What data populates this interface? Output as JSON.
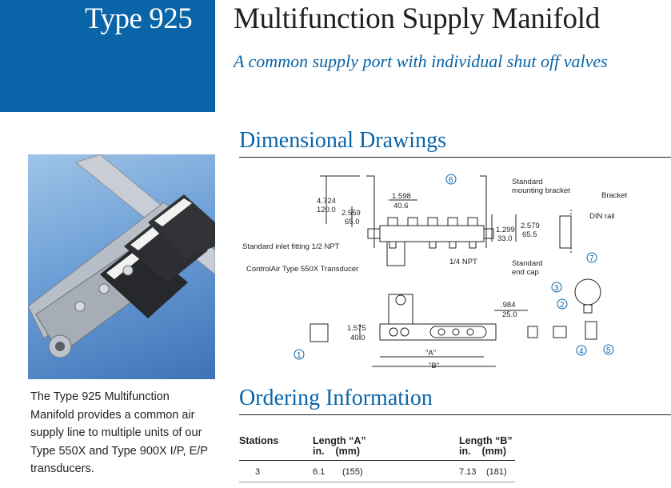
{
  "header": {
    "type_label": "Type 925",
    "title": "Multifunction Supply Manifold",
    "subtitle": "A common supply port with individual shut off valves"
  },
  "sections": {
    "drawings_title": "Dimensional Drawings",
    "ordering_title": "Ordering Information"
  },
  "description": "The Type 925 Multifunction Manifold provides a common air supply line to multiple units of our Type 550X and Type 900X I/P, E/P transducers.",
  "drawing": {
    "labels": {
      "standard_mounting_bracket_1": "Standard",
      "standard_mounting_bracket_2": "mounting bracket",
      "bracket": "Bracket",
      "din_rail": "DIN rail",
      "inlet_fitting": "Standard inlet fitting 1/2 NPT",
      "transducer": "ControlAir Type 550X Transducer",
      "quarter_npt": "1/4 NPT",
      "standard_end_cap_1": "Standard",
      "standard_end_cap_2": "end cap",
      "length_a": "\"A\"",
      "length_b": "\"B\""
    },
    "dimensions": {
      "d1_in": "4.724",
      "d1_mm": "120.0",
      "d2_in": "2.559",
      "d2_mm": "65.0",
      "d3_in": "1.598",
      "d3_mm": "40.6",
      "d4_in": "1.299",
      "d4_mm": "33.0",
      "d5_in": "2.579",
      "d5_mm": "65.5",
      "d6_in": ".984",
      "d6_mm": "25.0",
      "d7_in": "1.575",
      "d7_mm": "40.0"
    },
    "callouts": [
      "1",
      "2",
      "3",
      "4",
      "5",
      "6",
      "7"
    ]
  },
  "ordering": {
    "headers": {
      "stations": "Stations",
      "length_a": "Length “A”",
      "length_a_units_in": "in.",
      "length_a_units_mm": "(mm)",
      "length_b": "Length “B”",
      "length_b_units_in": "in.",
      "length_b_units_mm": "(mm)"
    },
    "rows": [
      {
        "stations": "3",
        "a_in": "6.1",
        "a_mm": "(155)",
        "b_in": "7.13",
        "b_mm": "(181)"
      }
    ]
  }
}
